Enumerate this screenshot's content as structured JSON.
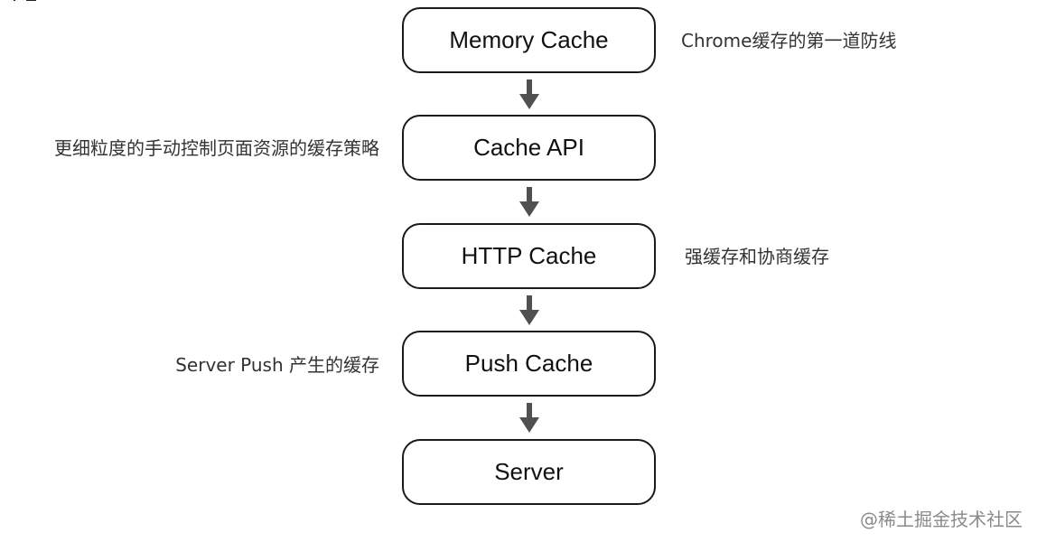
{
  "diagram": {
    "nodes": [
      {
        "label": "Memory Cache"
      },
      {
        "label": "Cache API"
      },
      {
        "label": "HTTP Cache"
      },
      {
        "label": "Push Cache"
      },
      {
        "label": "Server"
      }
    ],
    "notes": {
      "memory_cache": "Chrome缓存的第一道防线",
      "cache_api": "更细粒度的手动控制页面资源的缓存策略",
      "http_cache": "强缓存和协商缓存",
      "push_cache": "Server Push 产生的缓存"
    },
    "colors": {
      "border": "#1a1a1a",
      "arrow": "#505050",
      "note_text": "#333333",
      "watermark": "#8a8a8a"
    }
  },
  "watermark": "@稀土掘金技术社区"
}
